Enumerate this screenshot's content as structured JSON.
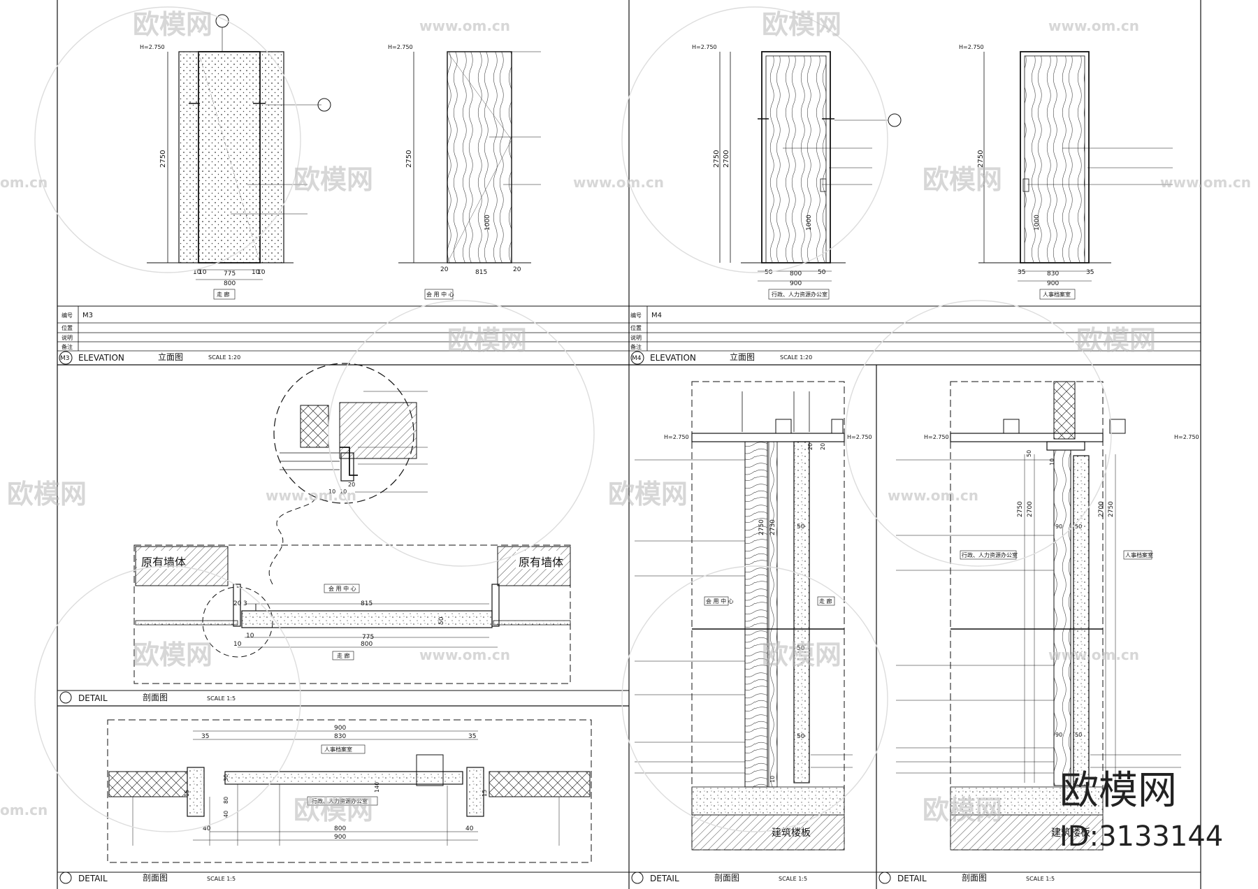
{
  "watermark": {
    "brand": "欧模网",
    "url": "www.om.cn",
    "url_short": "om.cn",
    "id": "ID:3133144"
  },
  "m3": {
    "code": "M3",
    "elevation_label": "ELEVATION",
    "elevation_cn": "立面图",
    "scale": "SCALE   1:20",
    "table": {
      "row1_key": "编号",
      "row1_val": "M3",
      "row2_key": "位置",
      "row3_key": "说明",
      "row4_key": "备注"
    },
    "left_elev": {
      "h_mark": "H=2.750",
      "height": "2750",
      "dims": [
        "10",
        "10",
        "775",
        "10",
        "10"
      ],
      "total": "800",
      "room": "走 廊"
    },
    "right_elev": {
      "h_mark": "H=2.750",
      "height": "2750",
      "dims": [
        "20",
        "815",
        "20"
      ],
      "handle_h": "1000",
      "room": "会 用 中 心"
    }
  },
  "m4": {
    "code": "M4",
    "elevation_label": "ELEVATION",
    "elevation_cn": "立面图",
    "scale": "SCALE   1:20",
    "table": {
      "row1_key": "编号",
      "row1_val": "M4",
      "row2_key": "位置",
      "row3_key": "说明",
      "row4_key": "备注"
    },
    "left_elev": {
      "h_mark": "H=2.750",
      "heights": [
        "2750",
        "2700"
      ],
      "dims": [
        "50",
        "800",
        "50"
      ],
      "total": "900",
      "handle_h": "1000",
      "room": "行政、人力资源办公室"
    },
    "right_elev": {
      "h_mark": "H=2.750",
      "heights": [
        "2750"
      ],
      "dims": [
        "35",
        "830",
        "35"
      ],
      "total": "900",
      "handle_h": "1000",
      "room": "人事档案室"
    }
  },
  "detail_a": {
    "label": "DETAIL",
    "cn": "剖面图",
    "scale": "SCALE   1:5",
    "wall_left": "原有墙体",
    "wall_right": "原有墙体",
    "dims": [
      "815",
      "775",
      "800",
      "50",
      "20",
      "3",
      "10",
      "10"
    ],
    "callout_dims": [
      "10",
      "10",
      "20"
    ],
    "room_top": "会 用 中 心",
    "room_bottom": "走 廊"
  },
  "detail_b": {
    "label": "DETAIL",
    "cn": "剖面图",
    "scale": "SCALE   1:5",
    "dims_top": [
      "900",
      "830",
      "35",
      "35"
    ],
    "dims_bottom": [
      "800",
      "900",
      "40",
      "40"
    ],
    "dims_side": [
      "30",
      "140",
      "15",
      "15",
      "80",
      "40"
    ],
    "room_top": "人事档案室",
    "room_bottom": "行政、人力资源办公室"
  },
  "detail_c": {
    "label": "DETAIL",
    "cn": "剖面图",
    "scale": "SCALE   1:5",
    "h_mark_left": "H=2.750",
    "h_mark_right": "H=2.750",
    "dims": [
      "2750",
      "2730",
      "50",
      "50",
      "50",
      "20",
      "20",
      "10"
    ],
    "room_left": "会 用 中 心",
    "room_right": "走 廊",
    "slab": "建筑楼板"
  },
  "detail_d": {
    "label": "DETAIL",
    "cn": "剖面图",
    "scale": "SCALE   1:5",
    "h_mark_left": "H=2.750",
    "h_mark_right": "H=2.750",
    "dims": [
      "2750",
      "2700",
      "2700",
      "2750",
      "90",
      "50",
      "90",
      "50",
      "50",
      "10"
    ],
    "room_left": "行政、人力资源办公室",
    "room_right": "人事档案室",
    "slab": "建筑楼板"
  }
}
